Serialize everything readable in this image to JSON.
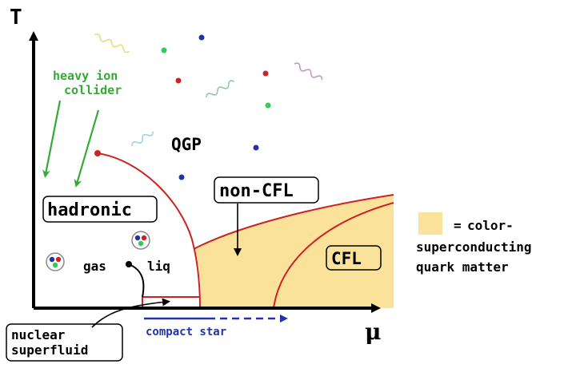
{
  "axes": {
    "y_label": "T",
    "x_label": "μ"
  },
  "labels": {
    "heavy_ion": [
      "heavy ion",
      "collider"
    ],
    "qgp": "QGP",
    "hadronic": "hadronic",
    "non_cfl": "non-CFL",
    "cfl": "CFL",
    "gas": "gas",
    "liq": "liq",
    "nuclear_superfluid": [
      "nuclear",
      "superfluid"
    ],
    "compact_star": "compact star"
  },
  "legend": {
    "symbol": "=",
    "lines": [
      "color-",
      "superconducting",
      "quark matter"
    ]
  },
  "colors": {
    "phase_line": "#cc2222",
    "cfl_fill": "#fbe29a",
    "heavy_ion_arrow": "#33aa33",
    "compact_star_arrow": "#2233aa",
    "gluon_colors": [
      "#e6e07a",
      "#8fcaa4",
      "#c597c8",
      "#9fd4e0"
    ],
    "quark_red": "#cc2222",
    "quark_green": "#33cc55",
    "quark_blue": "#2233aa"
  }
}
